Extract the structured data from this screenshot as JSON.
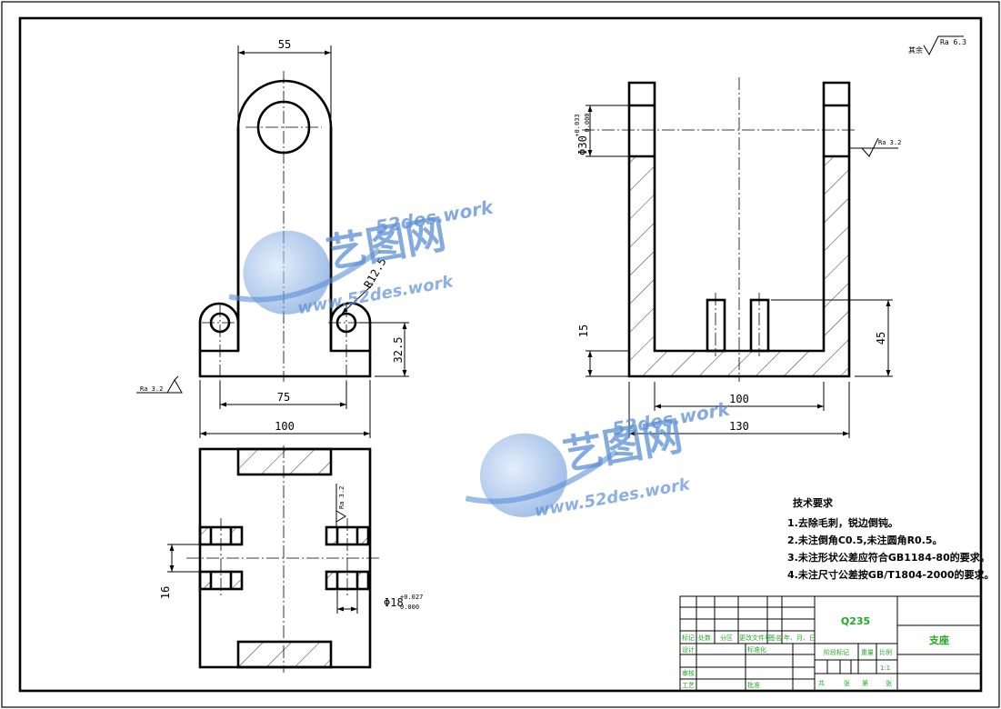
{
  "dimensions": {
    "width_top": "55",
    "pin_radius": "R12.5",
    "ear_height": "32.5",
    "hole_spacing": "75",
    "base_width": "100",
    "bore_diameter": "Φ30",
    "bore_tol_upper": "+0.033",
    "bore_tol_lower": "0.000",
    "right_base_thickness": "15",
    "right_inner_height": "45",
    "right_inner_width": "100",
    "right_total_width": "130",
    "plan_slot_width": "16",
    "plan_hole_diameter": "Φ18",
    "plan_hole_tol_upper": "+0.027",
    "plan_hole_tol_lower": "0.000"
  },
  "roughness": {
    "global": "Ra 6.3",
    "global_prefix": "其余",
    "bore": "Ra 3.2",
    "base": "Ra 3.2",
    "plan_hole": "Ra 3.2"
  },
  "notes": {
    "title": "技术要求",
    "items": [
      "1.去除毛刺，锐边倒钝。",
      "2.未注倒角C0.5,未注圆角R0.5。",
      "3.未注形状公差应符合GB1184-80的要求。",
      "4.未注尺寸公差按GB/T1804-2000的要求。"
    ]
  },
  "title_block": {
    "material": "Q235",
    "part_name": "支座",
    "scale": "1:1",
    "labels_row1": [
      "标记",
      "处数",
      "分区",
      "更改文件号",
      "签名",
      "年、月、日"
    ],
    "labels_row2": [
      "设计",
      "标准化"
    ],
    "labels_row3": [
      "审核"
    ],
    "labels_row4": [
      "工艺",
      "批准"
    ],
    "stage_labels": [
      "阶段标记",
      "重量",
      "比例"
    ],
    "sheet_labels": [
      "共",
      "张",
      "第",
      "张"
    ]
  },
  "watermark": {
    "name": "艺图网",
    "url_top": "52des.work",
    "url_bottom": "www.52des.work"
  },
  "colors": {
    "line": "#000000",
    "title_block_text": "#22aa22",
    "watermark": "#5b8fd6"
  }
}
